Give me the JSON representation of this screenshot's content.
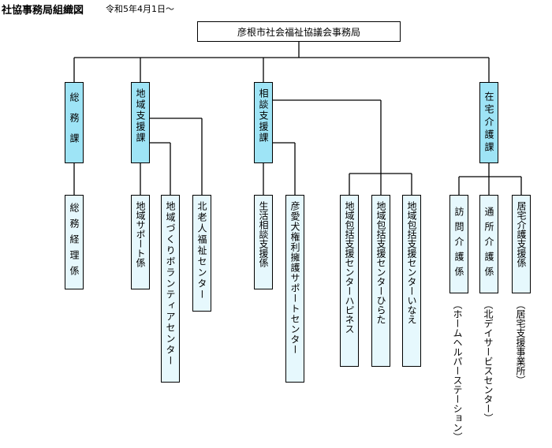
{
  "header": {
    "title": "社協事務局組織図",
    "date": "令和5年4月1日〜"
  },
  "top_node": "彦根市社会福祉協議会事務局",
  "departments": [
    {
      "name": "総務課",
      "units": [
        {
          "name": "総務経理係"
        }
      ]
    },
    {
      "name": "地域支援課",
      "units": [
        {
          "name": "地域サポート係"
        },
        {
          "name": "地域づくりボランティアセンター"
        },
        {
          "name": "北老人福祉センター"
        }
      ]
    },
    {
      "name": "相談支援課",
      "units": [
        {
          "name": "生活相談支援係"
        },
        {
          "name": "彦愛犬権利擁護サポートセンター"
        },
        {
          "name": "地域包括支援センターハピネス"
        },
        {
          "name": "地域包括支援センターひらた"
        },
        {
          "name": "地域包括支援センターいなえ"
        }
      ]
    },
    {
      "name": "在宅介護課",
      "units": [
        {
          "name": "訪問介護係",
          "note": "（ホームヘルパーステーション）"
        },
        {
          "name": "通所介護係",
          "note": "（北デイサービスセンター）"
        },
        {
          "name": "居宅介護支援係",
          "note": "（居宅支援事業所）"
        }
      ]
    }
  ]
}
